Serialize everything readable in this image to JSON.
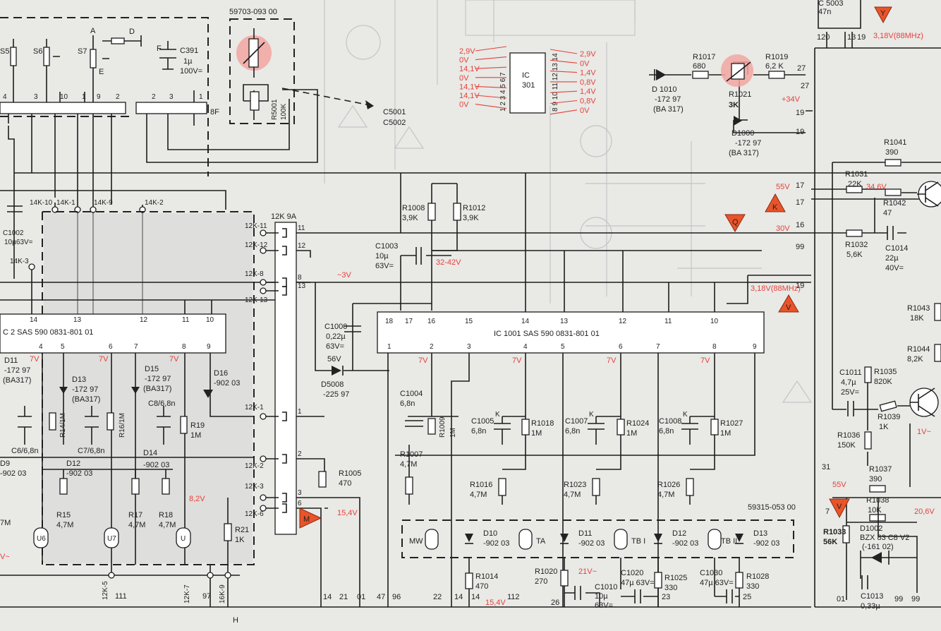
{
  "parts": {
    "r_code": "59703-093 00",
    "r5001": "R5001",
    "r5001_val": "100K",
    "c5001": "C5001",
    "c5002": "C5002",
    "s6": "S6",
    "s7": "S7",
    "s5": "S5",
    "pin_a": "A",
    "pin_e": "E",
    "pin_d": "D",
    "pin_f": "F",
    "c391": "C391",
    "c391_val": "1µ",
    "c391_v": "100V=",
    "conn_8f": "8F",
    "ic301": "IC 301",
    "r1017": "R1017",
    "r1017_val": "680",
    "r1019": "R1019",
    "r1019_val": "6,2 K",
    "r1021": "R1021",
    "r1021_val": "3K",
    "d1010": "D 1010",
    "d1010_code": "-172 97",
    "d1010_type": "(BA 317)",
    "d1000": "D1000",
    "d1000_code": "-172 97",
    "d1000_type": "(BA 317)",
    "r1041": "R1041",
    "r1041_val": "390",
    "r1031": "R1031",
    "r1031_val": "22K",
    "r1042": "R1042",
    "r1042_val": "47",
    "r1032": "R1032",
    "r1032_val": "5,6K",
    "c1014": "C1014",
    "c1014_val": "22µ",
    "c1014_v": "40V=",
    "r1043": "R1043",
    "r1043_val": "18K",
    "r1044": "R1044",
    "r1044_val": "8,2K",
    "c1011": "C1011",
    "c1011_val": "4,7µ",
    "c1011_v": "25V=",
    "r1035": "R1035",
    "r1035_val": "820K",
    "r1036": "R1036",
    "r1036_val": "150K",
    "r1039": "R1039",
    "r1039_val": "1K",
    "r1037": "R1037",
    "r1037_val": "390",
    "r1038": "R1038",
    "r1038_val": "10K",
    "r1033": "R1033",
    "r1033_val": "56K",
    "d1002": "D1002",
    "d1002_type": "BZX 83 C8 V2",
    "d1002_code": "(-161 02)",
    "c1013": "C1013",
    "c1013_val": "0,33µ",
    "c1002": "C1002",
    "c1002_val": "10µ63V=",
    "r1008": "R1008",
    "r1008_val": "3,9K",
    "r1012": "R1012",
    "r1012_val": "3,9K",
    "c1003": "C1003",
    "c1003_val": "10µ",
    "c1003_v": "63V=",
    "c1000": "C1000",
    "c1000_val": "0,22µ",
    "c1000_v": "63V=",
    "d5008": "D5008",
    "d5008_code": "-225 97",
    "d5008_v": "56V",
    "ic1001": "IC 1001  SAS 590   0831-801 01",
    "ic2": "C 2  SAS 590   0831-801 01",
    "c1004": "C1004",
    "c1004_val": "6,8n",
    "r1009": "R1009",
    "r1009_val": "1M",
    "r1007": "R1007",
    "r1007_val": "4,7M",
    "c1005": "C1005",
    "c1005_val": "6,8n",
    "r1018": "R1018",
    "r1018_val": "1M",
    "c1007": "C1007",
    "c1007_val": "6,8n",
    "r1024": "R1024",
    "r1024_val": "1M",
    "c1008": "C1008",
    "c1008_val": "6,8n",
    "r1027": "R1027",
    "r1027_val": "1M",
    "r1016": "R1016",
    "r1016_val": "4,7M",
    "r1023": "R1023",
    "r1023_val": "4,7M",
    "r1026": "R1026",
    "r1026_val": "4,7M",
    "r1005": "R1005",
    "r1005_val": "470",
    "r1014": "R1014",
    "r1014_val": "470",
    "r1020": "R1020",
    "r1020_val": "270",
    "c1010": "C1010",
    "c1010_val": "10µ",
    "c1010_v": "63V=",
    "c1020": "C1020",
    "c1020_val": "47µ 63V=",
    "r1025": "R1025",
    "r1025_val": "330",
    "c1030": "C1030",
    "c1030_val": "47µ 63V=",
    "r1028": "R1028",
    "r1028_val": "330",
    "code_59315": "59315-053 00",
    "d11": "D11",
    "d11_code": "-172 97",
    "d11_type": "(BA317)",
    "d13": "D13",
    "d13_code": "-172 97",
    "d13_type": "(BA317)",
    "d15": "D15",
    "d15_code": "-172 97",
    "d15_type": "(BA317)",
    "d16": "D16",
    "d16_code": "-902 03",
    "c8": "C8/6,8n",
    "c6": "C6/6,8n",
    "c7": "C7/6,8n",
    "r14": "R14/1M",
    "r16": "R16/1M",
    "r19": "R19",
    "r19_val": "1M",
    "d14": "D14",
    "d14_code": "-902 03",
    "d12": "D12",
    "d12_code": "-902 03",
    "d9": "D9",
    "d9_code": "-902 03",
    "r15": "R15",
    "r15_val": "4,7M",
    "r17": "R17",
    "r17_val": "4,7M",
    "r18": "R18",
    "r18_val": "4,7M",
    "r21": "R21",
    "r21_val": "1K",
    "u6": "U6",
    "u7": "U7",
    "u": "U",
    "conn_12k9a": "12K 9A",
    "pin_k": "K"
  },
  "tuner_labels": {
    "mw": "MW",
    "ta": "TA",
    "tb1": "TB I",
    "tb2": "TB II",
    "d10": "D10",
    "d10_code": "-902 03",
    "d11b": "D11",
    "d11b_code": "-902 03",
    "d12b": "D12",
    "d12b_code": "-902 03",
    "d13b": "D13",
    "d13b_code": "-902 03"
  },
  "ic301_left_volts": [
    "2,9V",
    "0V",
    "14,1V",
    "0V",
    "14,1V",
    "14,1V",
    "0V"
  ],
  "ic301_right_volts": [
    "2,9V",
    "0V",
    "1,4V",
    "0,8V",
    "1,4V",
    "0,8V",
    "0V"
  ],
  "ic301_pins_top": "8 9 10 11 12 13 14",
  "ic301_pins_bottom": "1 2 3 4 5 6 7",
  "voltages": {
    "v_3_18": "3,18V(88MHz)",
    "v_3_18b": "3,18V(88MHz)",
    "v_34": "+34V",
    "v_55": "55V",
    "v_34_6": "34,6V",
    "v_30": "30V",
    "v_3v": "~3V",
    "v_32_42": "32-42V",
    "v_7": "7V",
    "v_8_2": "8,2V",
    "v_15_4": "15,4V",
    "v_15_4b": "15,4V",
    "v_21": "21V~",
    "v_1": "1V~",
    "v_55b": "55V",
    "v_20_6": "20,6V",
    "v_tilde": "V~"
  },
  "markers": {
    "y": "Y",
    "k": "K",
    "q": "Q",
    "v": "V",
    "m": "M"
  },
  "ic1001_pins_top": [
    "18",
    "17",
    "16",
    "15",
    "14",
    "13",
    "12",
    "11",
    "10"
  ],
  "ic1001_pins_bottom": [
    "1",
    "2",
    "3",
    "4",
    "5",
    "6",
    "7",
    "8",
    "9"
  ],
  "ic2_pins_top": [
    "14",
    "13",
    "12",
    "11",
    "10"
  ],
  "ic2_pins_bottom": [
    "4",
    "5",
    "6",
    "7",
    "8",
    "9"
  ],
  "connector_labels": [
    "12K-11",
    "12K-12",
    "12K-8",
    "12K-13",
    "12K-1",
    "12K-2",
    "12K-3",
    "12K-6",
    "12K-5",
    "12K-7",
    "16K-9"
  ],
  "connector_pins": [
    "11",
    "12",
    "8",
    "13",
    "1",
    "2",
    "3",
    "6"
  ],
  "top_connector_labels": [
    "14K-10",
    "14K-1",
    "14K-9",
    "14K-2",
    "14K-3"
  ],
  "top_block_pins": [
    "4",
    "3",
    "10",
    "1",
    "9",
    "2",
    "2",
    "3",
    "1"
  ],
  "right_pins": [
    "120",
    "13",
    "19",
    "27",
    "27",
    "19",
    "19",
    "17",
    "17",
    "16",
    "99",
    "19",
    "31",
    "7"
  ],
  "bottom_terminals": [
    "111",
    "97",
    "H",
    "14",
    "21",
    "01",
    "47",
    "96",
    "22",
    "14",
    "14",
    "112",
    "26",
    "23",
    "25",
    "01",
    "99",
    "99"
  ],
  "right_top_cap": {
    "name": "C 5003",
    "val": "47n"
  },
  "left_misc": {
    "c_47": "47",
    "m_label": "7M",
    "s8": "8",
    "s5_pin": "5"
  }
}
